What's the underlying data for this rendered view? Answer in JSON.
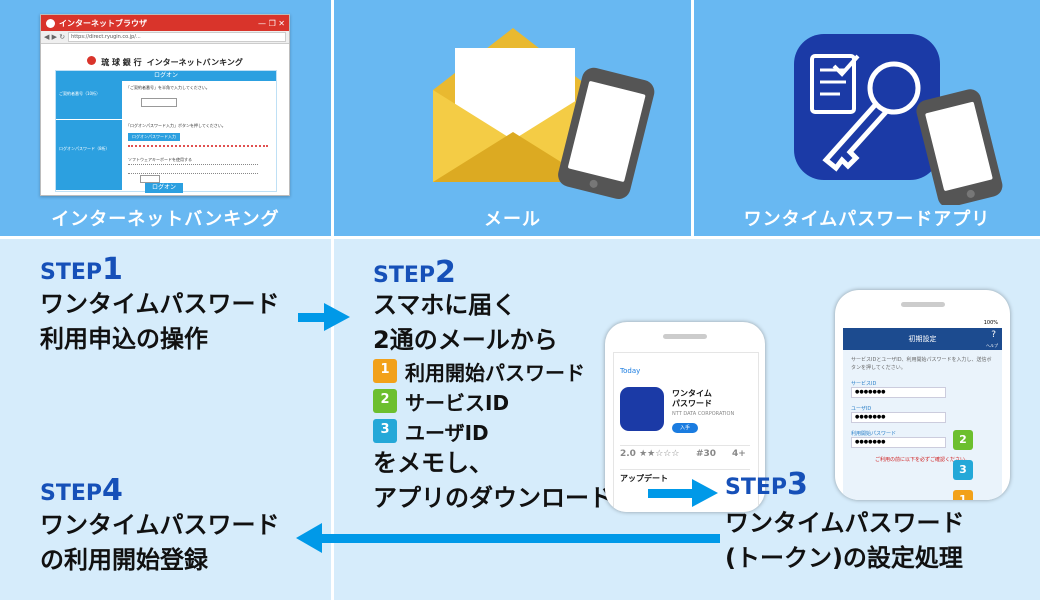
{
  "columns": [
    {
      "label": "インターネットバンキング"
    },
    {
      "label": "メール"
    },
    {
      "label": "ワンタイムパスワードアプリ"
    }
  ],
  "browser": {
    "title": "インターネットブラウザ",
    "url": "https://direct.ryugin.co.jp/...",
    "bank_name": "琉 球 銀 行",
    "service": "インターネットバンキング",
    "logon_header": "ログオン",
    "contract_label": "ご契約者番号（10桁）",
    "password_label": "ログオンパスワード（8桁）",
    "note1": "「ご契約者番号」を半角で入力してください。",
    "note2": "「ログオンパスワード入力」ボタンを押してください。",
    "password_button": "ログオンパスワード入力",
    "software_kb": "ソフトウェアキーボードを使用する",
    "logon_button": "ログオン"
  },
  "step1": {
    "word": "STEP",
    "num": "1",
    "lines": [
      "ワンタイムパスワード",
      "利用申込の操作"
    ]
  },
  "step2": {
    "word": "STEP",
    "num": "2",
    "lines": [
      "スマホに届く",
      "2通のメールから"
    ],
    "items": [
      {
        "badge": "1",
        "label": "利用開始パスワード",
        "color": "#f2a11a"
      },
      {
        "badge": "2",
        "label": "サービスID",
        "color": "#6cbf2e"
      },
      {
        "badge": "3",
        "label": "ユーザID",
        "color": "#24a8d8"
      }
    ],
    "tail": [
      "をメモし、",
      "アプリのダウンロード"
    ]
  },
  "step3": {
    "word": "STEP",
    "num": "3",
    "lines": [
      "ワンタイムパスワード",
      "(トークン)の設定処理"
    ]
  },
  "step4": {
    "word": "STEP",
    "num": "4",
    "lines": [
      "ワンタイムパスワード",
      "の利用開始登録"
    ]
  },
  "appstore": {
    "back": "Today",
    "app_name": "ワンタイム\nパスワード",
    "developer": "NTT DATA CORPORATION",
    "get": "入手",
    "rating": "2.0",
    "age": "4+",
    "count": "#30",
    "update": "アップデート"
  },
  "setup_phone": {
    "title": "初期設定",
    "help": "ヘルプ",
    "desc": "サービスIDとユーザID、利用開始パスワードを入力し、送信ボタンを押してください。",
    "service_id": "サービスID",
    "user_id": "ユーザID",
    "start_pw": "利用開始パスワード",
    "masked": "●●●●●●●",
    "warning": "ご利用の前に以下を必ずご確認ください。",
    "battery": "100%"
  },
  "colors": {
    "accent": "#1650b8",
    "band": "#68b8f2",
    "arrow": "#0099e8",
    "app_icon": "#1b3aa6"
  }
}
